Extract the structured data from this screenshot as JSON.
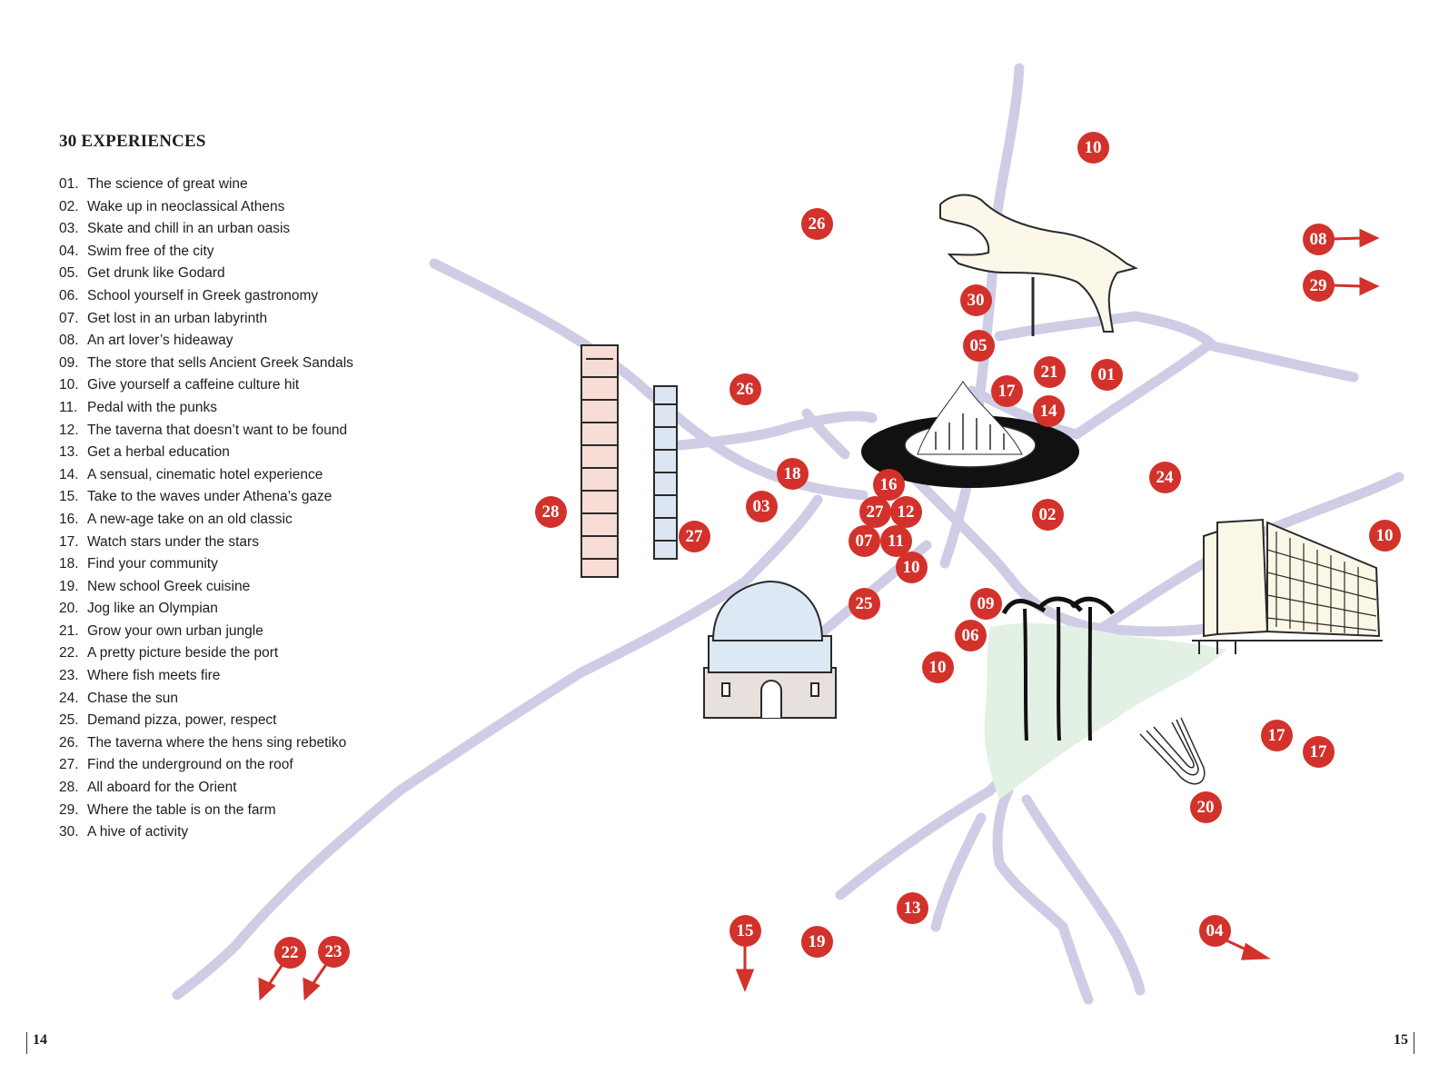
{
  "heading": "30 EXPERIENCES",
  "experiences": [
    {
      "num": "01.",
      "text": "The science of great wine"
    },
    {
      "num": "02.",
      "text": "Wake up in neoclassical Athens"
    },
    {
      "num": "03.",
      "text": "Skate and chill in an urban oasis"
    },
    {
      "num": "04.",
      "text": "Swim free of the city"
    },
    {
      "num": "05.",
      "text": "Get drunk like Godard"
    },
    {
      "num": "06.",
      "text": "School yourself in Greek gastronomy"
    },
    {
      "num": "07.",
      "text": "Get lost in an urban labyrinth"
    },
    {
      "num": "08.",
      "text": "An art lover’s hideaway"
    },
    {
      "num": "09.",
      "text": "The store that sells Ancient Greek Sandals"
    },
    {
      "num": "10.",
      "text": "Give yourself a caffeine culture hit"
    },
    {
      "num": "11.",
      "text": "Pedal with the punks"
    },
    {
      "num": "12.",
      "text": "The taverna that doesn’t want to be found"
    },
    {
      "num": "13.",
      "text": "Get a herbal education"
    },
    {
      "num": "14.",
      "text": "A sensual, cinematic hotel experience"
    },
    {
      "num": "15.",
      "text": "Take to the waves under Athena’s gaze"
    },
    {
      "num": "16.",
      "text": "A new-age take on an old classic"
    },
    {
      "num": "17.",
      "text": "Watch stars under the stars"
    },
    {
      "num": "18.",
      "text": "Find your community"
    },
    {
      "num": "19.",
      "text": "New school Greek cuisine"
    },
    {
      "num": "20.",
      "text": "Jog like an Olympian"
    },
    {
      "num": "21.",
      "text": "Grow your own urban jungle"
    },
    {
      "num": "22.",
      "text": "A pretty picture beside the port"
    },
    {
      "num": "23.",
      "text": "Where fish meets fire"
    },
    {
      "num": "24.",
      "text": "Chase the sun"
    },
    {
      "num": "25.",
      "text": "Demand pizza, power, respect"
    },
    {
      "num": "26.",
      "text": "The taverna where the hens sing rebetiko"
    },
    {
      "num": "27.",
      "text": "Find the underground on the roof"
    },
    {
      "num": "28.",
      "text": "All aboard for the Orient"
    },
    {
      "num": "29.",
      "text": "Where the table is on the farm"
    },
    {
      "num": "30.",
      "text": "A hive of activity"
    }
  ],
  "markers": [
    "10",
    "26",
    "08",
    "29",
    "30",
    "05",
    "21",
    "01",
    "17",
    "14",
    "26",
    "18",
    "16",
    "24",
    "03",
    "28",
    "27",
    "12",
    "02",
    "27",
    "07",
    "11",
    "10",
    "10",
    "25",
    "09",
    "06",
    "10",
    "17",
    "17",
    "20",
    "13",
    "15",
    "19",
    "04",
    "22",
    "23"
  ],
  "page_numbers": {
    "left": "14",
    "right": "15"
  },
  "colors": {
    "marker": "#d2322b",
    "road": "#cfcde6",
    "park": "#e3f0e4",
    "accent_text": "#1e1e1e"
  },
  "illustrations": [
    "horse-sculpture-icon",
    "fountain-icon",
    "chimneys-icon",
    "observatory-icon",
    "palm-trees-icon",
    "modern-building-icon",
    "track-icon"
  ]
}
